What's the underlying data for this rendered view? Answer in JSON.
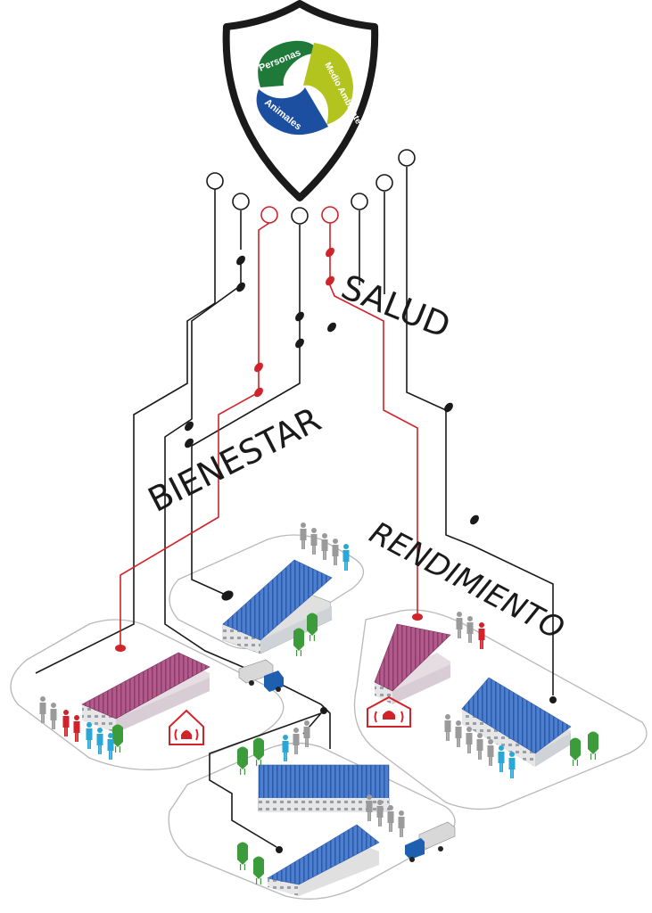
{
  "logo": {
    "segments": [
      {
        "text": "Personas",
        "color": "#1f7a3a"
      },
      {
        "text": "Medio Ambiente",
        "color": "#b4c41e"
      },
      {
        "text": "Animales",
        "color": "#1d4fa0"
      }
    ],
    "shield_color": "#1a1a1a"
  },
  "labels": {
    "salud": "SALUD",
    "bienestar": "BIENESTAR",
    "rendimiento": "RENDIMIENTO"
  },
  "colors": {
    "line_black": "#1a1a1a",
    "line_red": "#d1232a",
    "barn_blue": "#3f6fc2",
    "barn_red": "#a04a7a",
    "silo_green": "#3c9c3c",
    "people_gray": "#9a9a9a",
    "people_red": "#d1232a",
    "people_cyan": "#29a8d8",
    "alarm_red": "#d1232a",
    "truck_blue": "#1f5fb0"
  },
  "icons": [
    "shield-logo",
    "alarm-icon",
    "truck-icon",
    "barn-icon",
    "silo-icon",
    "person-icon"
  ]
}
